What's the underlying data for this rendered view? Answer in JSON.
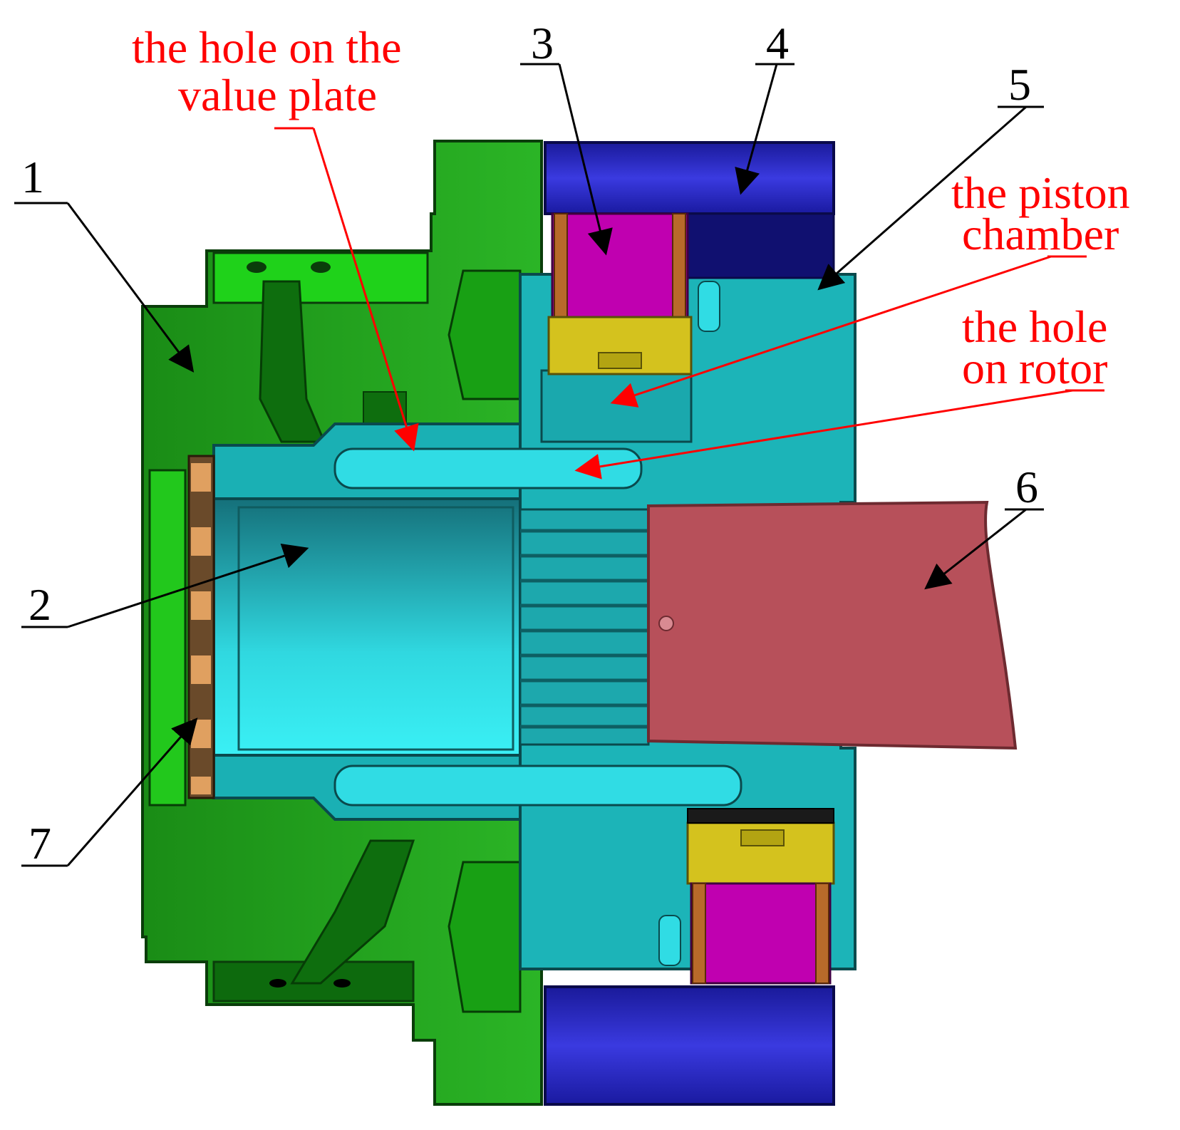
{
  "colors": {
    "housing_green": "#1f9e1a",
    "housing_dark": "#0c5e0c",
    "cyan_part": "#1fb8bd",
    "cyan_light": "#30e0e8",
    "blue_part": "#2626b8",
    "magenta_part": "#c400b4",
    "yellow_part": "#d4c21e",
    "shaft_red": "#b75058",
    "annotation_red": "#ff0000",
    "leader_black": "#000000"
  },
  "labels": {
    "n1": "1",
    "n2": "2",
    "n3": "3",
    "n4": "4",
    "n5": "5",
    "n6": "6",
    "n7": "7"
  },
  "annotations": {
    "valve_hole_line1": "the hole on the",
    "valve_hole_line2": "value plate",
    "piston_line1": "the piston",
    "piston_line2": "chamber",
    "rotor_hole_line1": "the hole",
    "rotor_hole_line2": "on rotor"
  }
}
